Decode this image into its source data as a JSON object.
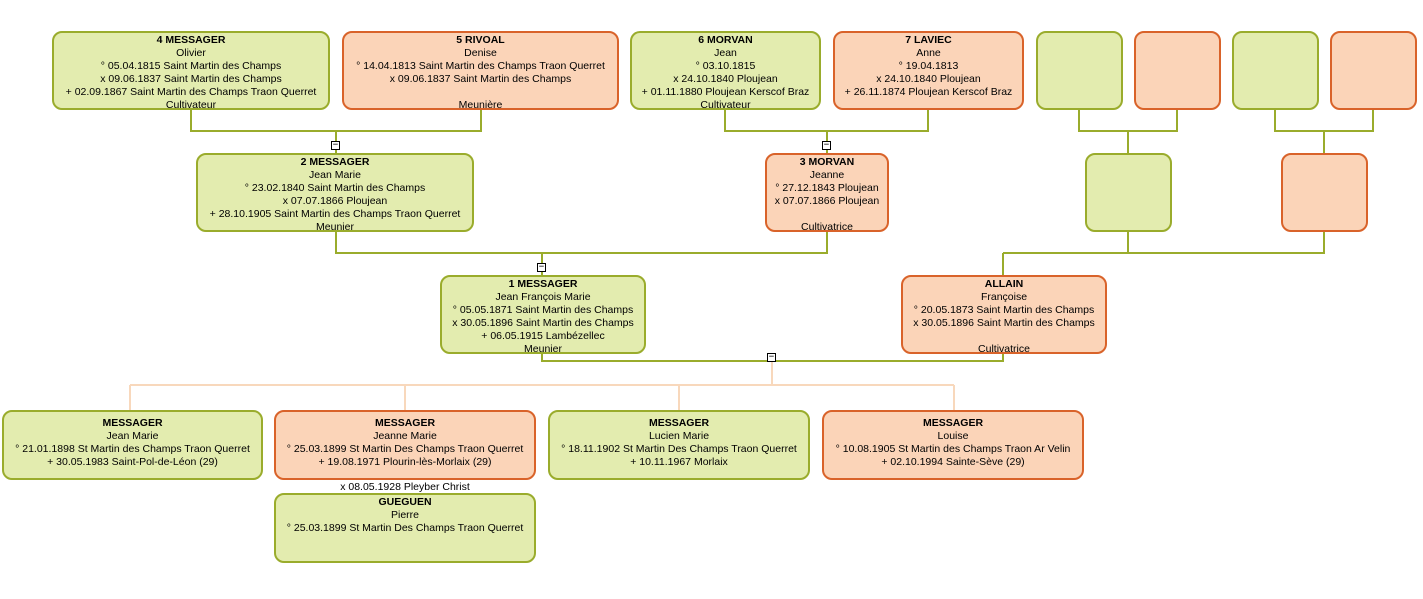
{
  "persons": {
    "p4": {
      "name": "4 MESSAGER",
      "first": "Olivier",
      "lines": [
        "° 05.04.1815 Saint Martin des Champs",
        "x 09.06.1837 Saint Martin des Champs",
        "+ 02.09.1867 Saint Martin des Champs Traon Querret",
        "Cultivateur"
      ]
    },
    "p5": {
      "name": "5 RIVOAL",
      "first": "Denise",
      "lines": [
        "° 14.04.1813 Saint Martin des Champs Traon Querret",
        "x 09.06.1837 Saint Martin des Champs",
        "",
        "Meunière"
      ]
    },
    "p6": {
      "name": "6 MORVAN",
      "first": "Jean",
      "lines": [
        "° 03.10.1815",
        "x 24.10.1840 Ploujean",
        "+ 01.11.1880 Ploujean Kerscof Braz",
        "Cultivateur"
      ]
    },
    "p7": {
      "name": "7 LAVIEC",
      "first": "Anne",
      "lines": [
        "° 19.04.1813",
        "x 24.10.1840 Ploujean",
        "+ 26.11.1874 Ploujean Kerscof Braz",
        ""
      ]
    },
    "p2": {
      "name": "2 MESSAGER",
      "first": "Jean Marie",
      "lines": [
        "° 23.02.1840 Saint Martin des Champs",
        "x 07.07.1866 Ploujean",
        "+ 28.10.1905 Saint Martin des Champs Traon Querret",
        "Meunier"
      ]
    },
    "p3": {
      "name": "3 MORVAN",
      "first": "Jeanne",
      "lines": [
        "° 27.12.1843 Ploujean",
        "x 07.07.1866 Ploujean",
        "",
        "Cultivatrice"
      ]
    },
    "p1": {
      "name": "1 MESSAGER",
      "first": "Jean François Marie",
      "lines": [
        "° 05.05.1871 Saint Martin des Champs",
        "x 30.05.1896 Saint Martin des Champs",
        "+ 06.05.1915 Lambézellec",
        "Meunier"
      ]
    },
    "spouse": {
      "name": "ALLAIN",
      "first": "Françoise",
      "lines": [
        "° 20.05.1873 Saint Martin des Champs",
        "x 30.05.1896 Saint Martin des Champs",
        "",
        "Cultivatrice"
      ]
    },
    "c1": {
      "name": "MESSAGER",
      "first": "Jean Marie",
      "lines": [
        "° 21.01.1898 St Martin des Champs Traon Querret",
        "+ 30.05.1983 Saint-Pol-de-Léon (29)"
      ]
    },
    "c2": {
      "name": "MESSAGER",
      "first": "Jeanne Marie",
      "lines": [
        "° 25.03.1899 St Martin Des Champs Traon Querret",
        "+ 19.08.1971 Plourin-lès-Morlaix (29)"
      ]
    },
    "c3": {
      "name": "MESSAGER",
      "first": "Lucien Marie",
      "lines": [
        "° 18.11.1902 St Martin Des Champs Traon Querret",
        "+ 10.11.1967 Morlaix"
      ]
    },
    "c4": {
      "name": "MESSAGER",
      "first": "Louise",
      "lines": [
        "° 10.08.1905 St Martin des Champs Traon Ar Velin",
        "+ 02.10.1994 Sainte-Sève (29)"
      ]
    },
    "c2s": {
      "name": "GUEGUEN",
      "first": "Pierre",
      "lines": [
        "° 25.03.1899 St Martin Des Champs Traon Querret"
      ]
    }
  },
  "c2_marriage": "x 08.05.1928 Pleyber Christ",
  "toggle_symbol": "−",
  "colors": {
    "male_fill": "#e3ecaf",
    "male_border": "#9aac2c",
    "female_fill": "#fbd4b8",
    "female_border": "#d9632a",
    "ancestor_line": "#9aac2c",
    "descendant_line": "#f8d8bc"
  }
}
